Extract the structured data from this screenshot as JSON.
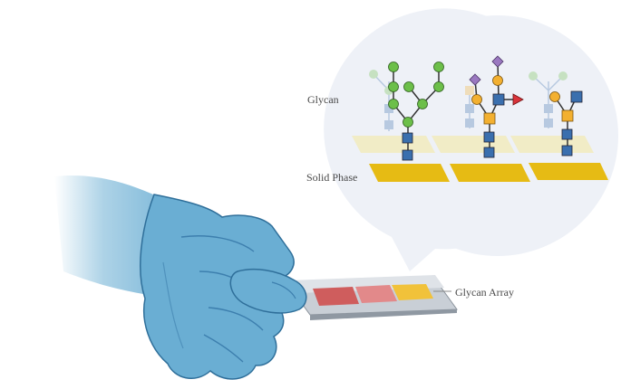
{
  "labels": {
    "glycan": "Glycan",
    "solid_phase": "Solid Phase",
    "glycan_array": "Glycan Array"
  },
  "colors": {
    "glove": "#6aaed3",
    "glove_dark": "#3d7fae",
    "bubble": "#eef1f7",
    "solid_phase": "#e6bb14",
    "solid_phase_faded": "#f1ecc6",
    "glcnac_square": "#3a6fae",
    "mannose_circle": "#6cbf49",
    "galactose_circle": "#f3b030",
    "sialic_acid_diamond": "#9a78c0",
    "fucose_triangle": "#d9333a",
    "array_red": "#cf5d5d",
    "array_pink": "#e2898a",
    "array_yellow": "#f1c23a"
  },
  "icons": [
    "glove-hand-icon",
    "glycan-array-slide-icon",
    "magnification-bubble-icon",
    "glycan-structure-icon"
  ]
}
